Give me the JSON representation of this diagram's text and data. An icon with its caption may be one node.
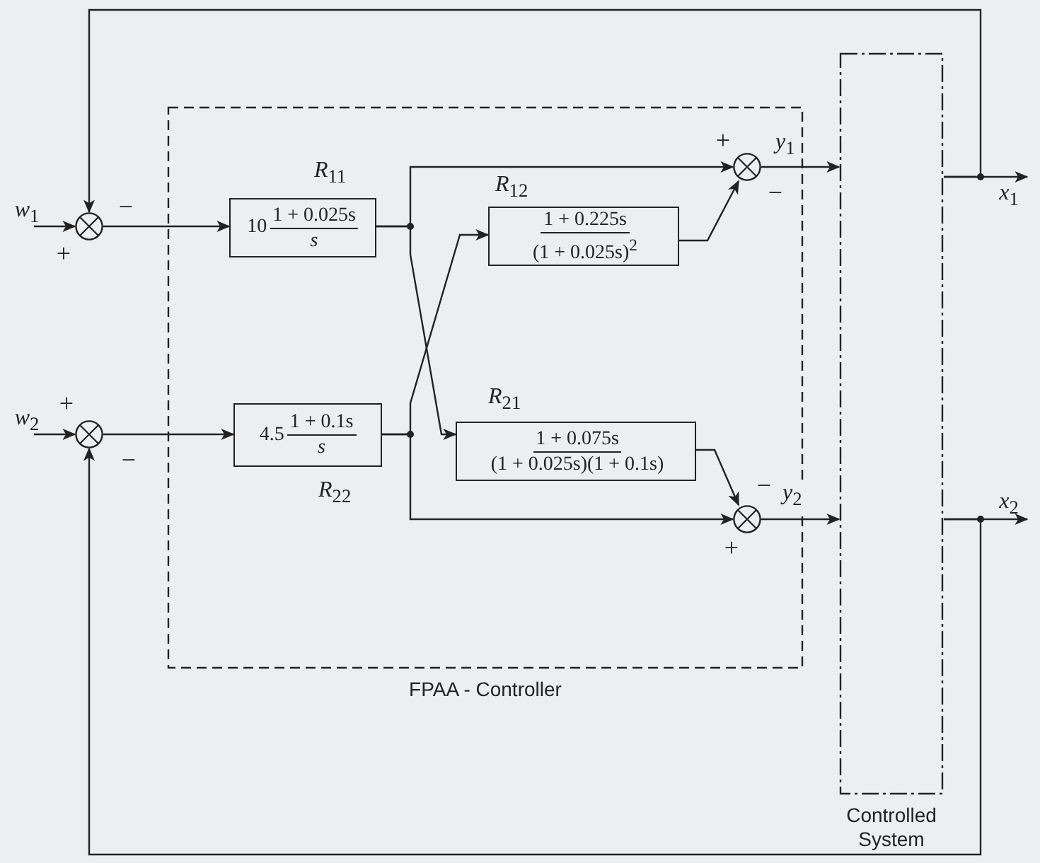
{
  "diagram": {
    "nodes": [
      {
        "text": [
          "*w*$_{1}$"
        ]
      },
      {
        "text": [],
        "shape": "circle",
        "beside": [
          "−",
          "+"
        ]
      },
      {
        "text": [
          "*w*$_{2}$"
        ]
      },
      {
        "text": [],
        "shape": "circle",
        "beside": [
          "+",
          "−"
        ]
      },
      {
        "text": [
          "FPAA - Controller"
        ]
      },
      {
        "text": [
          "10",
          "1 + 0.025s",
          "s"
        ],
        "in": 4,
        "beside": [
          "*R*$_{11}$"
        ]
      },
      {
        "text": [
          "4.5",
          "1 + 0.1s",
          "s"
        ],
        "in": 4,
        "beside": [
          "*R*$_{22}$"
        ]
      },
      {
        "text": [
          "1 + 0.225s",
          "(1 + 0.025s)$^{2}$"
        ],
        "in": 4,
        "beside": [
          "*R*$_{12}$"
        ]
      },
      {
        "text": [
          "1 + 0.075s",
          "(1 + 0.025s)(1 + 0.1s)"
        ],
        "in": 4,
        "beside": [
          "*R*$_{21}$"
        ]
      },
      {
        "text": [],
        "shape": "circle",
        "in": 4,
        "beside": [
          "+",
          "−"
        ]
      },
      {
        "text": [],
        "shape": "circle",
        "in": 4,
        "beside": [
          "−",
          "+"
        ]
      },
      {
        "text": [
          "Controlled System"
        ]
      },
      {
        "text": [
          "*x*$_{1}$"
        ]
      },
      {
        "text": [
          "*x*$_{2}$"
        ]
      }
    ],
    "edges": [
      {
        "from": 0,
        "to": 1,
        "arrow": "to"
      },
      {
        "from": 1,
        "to": 5,
        "arrow": "to"
      },
      {
        "from": 2,
        "to": 3,
        "arrow": "to"
      },
      {
        "from": 3,
        "to": 6,
        "arrow": "to"
      },
      {
        "from": 5,
        "to": 9,
        "arrow": "to"
      },
      {
        "from": 5,
        "to": 8,
        "arrow": "to"
      },
      {
        "from": 6,
        "to": 7,
        "arrow": "to"
      },
      {
        "from": 6,
        "to": 10,
        "arrow": "to"
      },
      {
        "from": 7,
        "to": 9,
        "arrow": "to"
      },
      {
        "from": 8,
        "to": 10,
        "arrow": "to"
      },
      {
        "from": 9,
        "to": 11,
        "arrow": "to",
        "label": "*y*$_{1}$"
      },
      {
        "from": 10,
        "to": 11,
        "arrow": "to",
        "label": "*y*$_{2}$"
      },
      {
        "from": 11,
        "to": 12,
        "arrow": "to"
      },
      {
        "from": 11,
        "to": 13,
        "arrow": "to"
      },
      {
        "from": 11,
        "to": 1,
        "arrow": "to"
      },
      {
        "from": 11,
        "to": 3,
        "arrow": "to"
      }
    ]
  }
}
